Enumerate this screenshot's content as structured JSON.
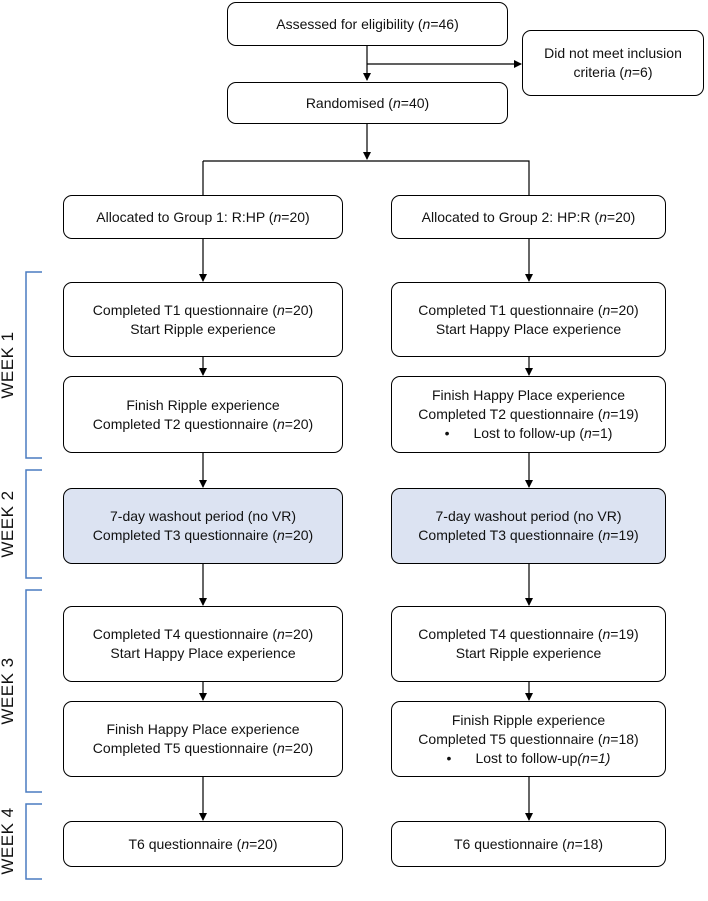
{
  "top": {
    "assessed": {
      "text": "Assessed for eligibility (",
      "n_label": "n",
      "value": "=46)"
    },
    "excluded": {
      "line1": "Did not meet inclusion",
      "line2_text": "criteria (",
      "n_label": "n",
      "value": "=6)"
    },
    "randomised": {
      "text": "Randomised (",
      "n_label": "n",
      "value": "=40)"
    }
  },
  "group1": {
    "allocation": {
      "text": "Allocated to Group 1: R:HP (",
      "n_label": "n",
      "value": "=20)"
    },
    "week1a": {
      "line1_text": "Completed T1 questionnaire (",
      "n_label": "n",
      "line1_value": "=20)",
      "line2": "Start Ripple experience"
    },
    "week1b": {
      "line1": "Finish Ripple experience",
      "line2_text": "Completed T2 questionnaire (",
      "n_label": "n",
      "line2_value": "=20)"
    },
    "washout": {
      "line1": "7-day washout period (no VR)",
      "line2_text": "Completed T3 questionnaire (",
      "n_label": "n",
      "line2_value": "=20)"
    },
    "week3a": {
      "line1_text": "Completed T4 questionnaire (",
      "n_label": "n",
      "line1_value": "=20)",
      "line2": "Start Happy Place experience"
    },
    "week3b": {
      "line1": "Finish Happy Place experience",
      "line2_text": "Completed T5 questionnaire (",
      "n_label": "n",
      "line2_value": "=20)"
    },
    "final": {
      "text": "T6 questionnaire (",
      "n_label": "n",
      "value": "=20)"
    }
  },
  "group2": {
    "allocation": {
      "text": "Allocated to Group 2: HP:R (",
      "n_label": "n",
      "value": "=20)"
    },
    "week1a": {
      "line1_text": "Completed T1 questionnaire (",
      "n_label": "n",
      "line1_value": "=20)",
      "line2": "Start Happy Place experience"
    },
    "week1b": {
      "line1": "Finish Happy Place experience",
      "line2_text": "Completed T2 questionnaire (",
      "n_label": "n",
      "line2_value": "=19)",
      "bullet": "•",
      "line3_text": "Lost to follow-up (",
      "n_label2": "n",
      "line3_value": "=1)"
    },
    "washout": {
      "line1": "7-day washout period (no VR)",
      "line2_text": "Completed T3 questionnaire (",
      "n_label": "n",
      "line2_value": "=19)"
    },
    "week3a": {
      "line1_text": "Completed T4 questionnaire (",
      "n_label": "n",
      "line1_value": "=19)",
      "line2": "Start Ripple experience"
    },
    "week3b": {
      "line1": "Finish Ripple experience",
      "line2_text": "Completed T5 questionnaire (",
      "n_label": "n",
      "line2_value": "=18)",
      "bullet": "•",
      "line3_text": "Lost to follow-up ",
      "line3_italic": "(n=1)"
    },
    "final": {
      "text": "T6 questionnaire (",
      "n_label": "n",
      "value": "=18)"
    }
  },
  "weeks": [
    "WEEK 1",
    "WEEK 2",
    "WEEK 3",
    "WEEK 4"
  ],
  "colors": {
    "box_border": "#000000",
    "shaded_box": "#dce3f2",
    "bracket": "#4a7cc0",
    "text": "#111111"
  }
}
